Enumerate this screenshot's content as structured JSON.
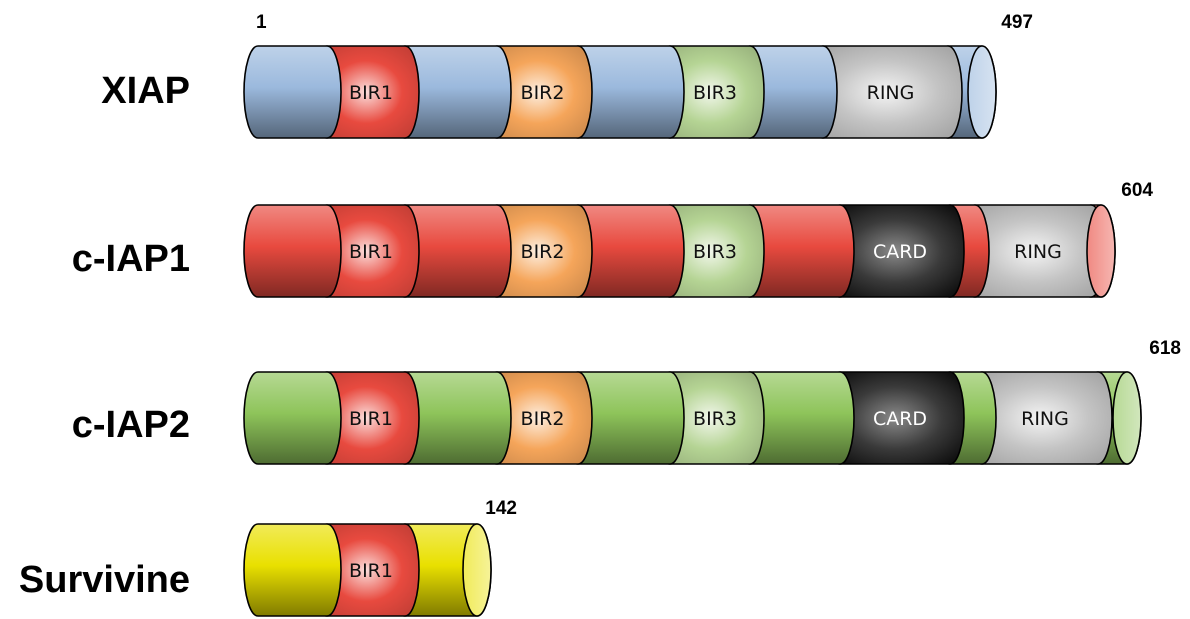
{
  "start_label": "1",
  "proteins": [
    {
      "name": "XIAP",
      "end_label": "497",
      "base": "blue",
      "segments": [
        {
          "kind": "linker"
        },
        {
          "kind": "domain",
          "label": "BIR1",
          "color": "red"
        },
        {
          "kind": "linker"
        },
        {
          "kind": "domain",
          "label": "BIR2",
          "color": "orange"
        },
        {
          "kind": "linker"
        },
        {
          "kind": "domain",
          "label": "BIR3",
          "color": "lightgreen"
        },
        {
          "kind": "linker"
        },
        {
          "kind": "domain",
          "label": "RING",
          "color": "gray"
        },
        {
          "kind": "linker"
        }
      ]
    },
    {
      "name": "c-IAP1",
      "end_label": "604",
      "base": "red",
      "segments": [
        {
          "kind": "linker"
        },
        {
          "kind": "domain",
          "label": "BIR1",
          "color": "red"
        },
        {
          "kind": "linker"
        },
        {
          "kind": "domain",
          "label": "BIR2",
          "color": "orange"
        },
        {
          "kind": "linker"
        },
        {
          "kind": "domain",
          "label": "BIR3",
          "color": "lightgreen"
        },
        {
          "kind": "linker"
        },
        {
          "kind": "domain",
          "label": "CARD",
          "color": "dark"
        },
        {
          "kind": "linker"
        },
        {
          "kind": "domain",
          "label": "RING",
          "color": "gray"
        },
        {
          "kind": "linker"
        }
      ]
    },
    {
      "name": "c-IAP2",
      "end_label": "618",
      "base": "green",
      "segments": [
        {
          "kind": "linker"
        },
        {
          "kind": "domain",
          "label": "BIR1",
          "color": "red"
        },
        {
          "kind": "linker"
        },
        {
          "kind": "domain",
          "label": "BIR2",
          "color": "orange"
        },
        {
          "kind": "linker"
        },
        {
          "kind": "domain",
          "label": "BIR3",
          "color": "lightgreen"
        },
        {
          "kind": "linker"
        },
        {
          "kind": "domain",
          "label": "CARD",
          "color": "dark"
        },
        {
          "kind": "linker"
        },
        {
          "kind": "domain",
          "label": "RING",
          "color": "gray"
        },
        {
          "kind": "linker"
        }
      ]
    },
    {
      "name": "Survivine",
      "end_label": "142",
      "base": "yellow",
      "segments": [
        {
          "kind": "linker"
        },
        {
          "kind": "domain",
          "label": "BIR1",
          "color": "red"
        },
        {
          "kind": "linker"
        }
      ]
    }
  ],
  "colors": {
    "blue": "#9bb9dd",
    "red": "#e84a3f",
    "green": "#8ec45a",
    "yellow": "#e9e000",
    "orange": "#f5a55a",
    "lightgreen": "#b5d494",
    "gray": "#c4c4c4",
    "dark": "#3a3a3a"
  }
}
